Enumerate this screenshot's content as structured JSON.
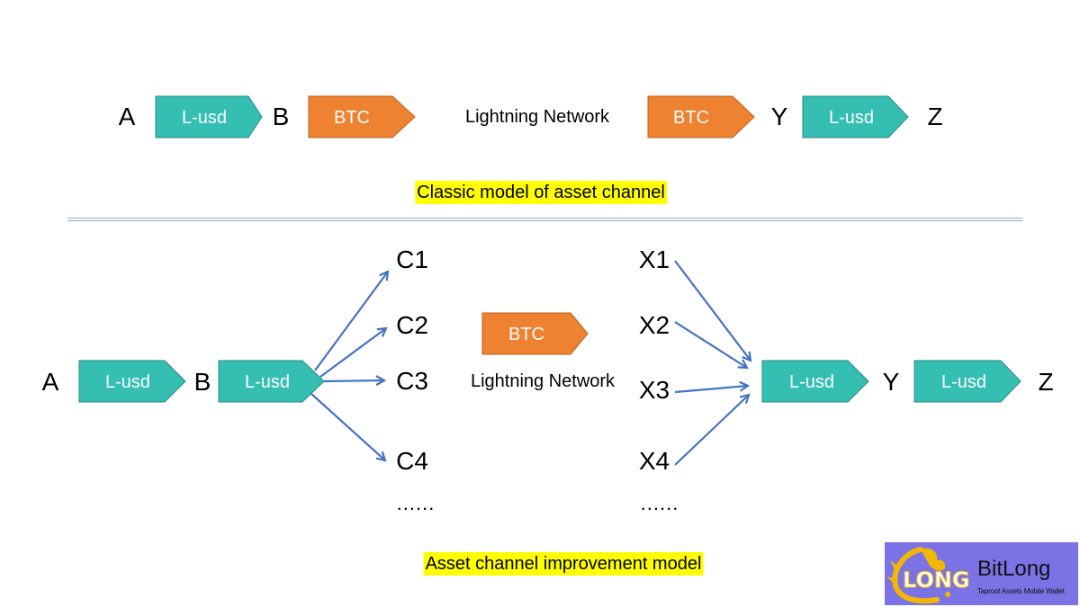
{
  "colors": {
    "teal": "#35bfb3",
    "orange": "#ee8230",
    "arrow_blue": "#4472c4",
    "highlight_yellow": "#ffff00",
    "divider_blue": "#8eaadb",
    "logo_purple": "#7b72e6"
  },
  "classic": {
    "nodes": {
      "a": "A",
      "b": "B",
      "y": "Y",
      "z": "Z"
    },
    "channels": [
      "L-usd",
      "BTC",
      "BTC",
      "L-usd"
    ],
    "network_label": "Lightning Network",
    "caption": "Classic model of asset channel"
  },
  "improved": {
    "nodes": {
      "a": "A",
      "b": "B",
      "y": "Y",
      "z": "Z"
    },
    "channels": [
      "L-usd",
      "L-usd",
      "BTC",
      "L-usd",
      "L-usd"
    ],
    "network_label": "Lightning Network",
    "c_nodes": [
      "C1",
      "C2",
      "C3",
      "C4"
    ],
    "x_nodes": [
      "X1",
      "X2",
      "X3",
      "X4"
    ],
    "ellipsis": "......",
    "caption": "Asset channel improvement model"
  },
  "logo": {
    "name": "BitLong",
    "tagline": "Taproot Assets Mobile Wallet",
    "mark": "LONG"
  }
}
